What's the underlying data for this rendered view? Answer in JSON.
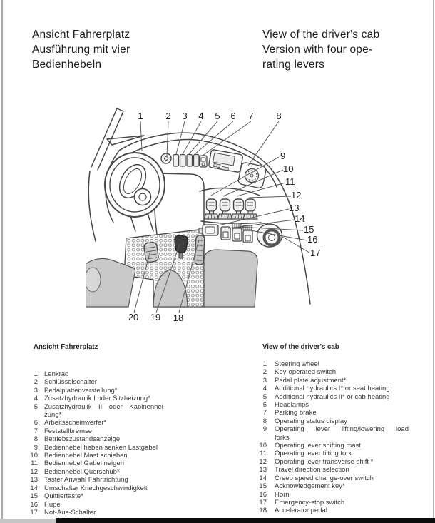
{
  "header": {
    "title_de_lines": [
      "Ansicht Fahrerplatz",
      "Ausführung mit vier",
      "Bedienhebeln"
    ],
    "title_en_lines": [
      "View of the driver's cab",
      "Version with four ope-",
      "rating levers"
    ]
  },
  "diagram": {
    "callouts": [
      "1",
      "2",
      "3",
      "4",
      "5",
      "6",
      "7",
      "8",
      "9",
      "10",
      "11",
      "12",
      "13",
      "14",
      "15",
      "16",
      "17",
      "18",
      "19",
      "20"
    ]
  },
  "legend_de": {
    "header": "Ansicht Fahrerplatz",
    "items": [
      {
        "num": "1",
        "lines": [
          "Lenkrad"
        ]
      },
      {
        "num": "2",
        "lines": [
          "Schlüsselschalter"
        ]
      },
      {
        "num": "3",
        "lines": [
          "Pedalplattenverstellung*"
        ]
      },
      {
        "num": "4",
        "lines": [
          "Zusatzhydraulik I oder Sitzheizung*"
        ]
      },
      {
        "num": "5",
        "lines": [
          "Zusatzhydraulik II oder Kabinenhei-",
          "zung*"
        ]
      },
      {
        "num": "6",
        "lines": [
          "Arbeitsscheinwerfer*"
        ]
      },
      {
        "num": "7",
        "lines": [
          "Feststellbremse"
        ]
      },
      {
        "num": "8",
        "lines": [
          "Betriebszustandsanzeige"
        ]
      },
      {
        "num": "9",
        "lines": [
          "Bedienhebel heben senken Lastgabel"
        ]
      },
      {
        "num": "10",
        "lines": [
          "Bedienhebel Mast schieben"
        ]
      },
      {
        "num": "11",
        "lines": [
          "Bedienhebel Gabel neigen"
        ]
      },
      {
        "num": "12",
        "lines": [
          "Bedienhebel Querschub*"
        ]
      },
      {
        "num": "13",
        "lines": [
          "Taster Anwahl Fahrtrichtung"
        ]
      },
      {
        "num": "14",
        "lines": [
          "Umschalter Kriechgeschwindigkeit"
        ]
      },
      {
        "num": "15",
        "lines": [
          "Quittiertaste*"
        ]
      },
      {
        "num": "16",
        "lines": [
          "Hupe"
        ]
      },
      {
        "num": "17",
        "lines": [
          "Not-Aus-Schalter"
        ]
      }
    ]
  },
  "legend_en": {
    "header": "View of the driver's cab",
    "items": [
      {
        "num": "1",
        "lines": [
          "Steering wheel"
        ]
      },
      {
        "num": "2",
        "lines": [
          "Key-operated switch"
        ]
      },
      {
        "num": "3",
        "lines": [
          "Pedal plate adjustment*"
        ]
      },
      {
        "num": "4",
        "lines": [
          "Additional hydraulics I* or seat heating"
        ]
      },
      {
        "num": "5",
        "lines": [
          "Additional hydraulics II* or cab heating"
        ]
      },
      {
        "num": "6",
        "lines": [
          "Headlamps"
        ]
      },
      {
        "num": "7",
        "lines": [
          "Parking brake"
        ]
      },
      {
        "num": "8",
        "lines": [
          "Operating status display"
        ]
      },
      {
        "num": "9",
        "lines": [
          "Operating lever lifting/lowering load",
          "forks"
        ]
      },
      {
        "num": "10",
        "lines": [
          "Operating lever shifting mast"
        ]
      },
      {
        "num": "11",
        "lines": [
          "Operating lever tilting fork"
        ]
      },
      {
        "num": "12",
        "lines": [
          "Operating lever transverse shift *"
        ]
      },
      {
        "num": "13",
        "lines": [
          "Travel direction selection"
        ]
      },
      {
        "num": "14",
        "lines": [
          "Creep speed change-over switch"
        ]
      },
      {
        "num": "15",
        "lines": [
          "Acknowledgement key*"
        ]
      },
      {
        "num": "16",
        "lines": [
          "Horn"
        ]
      },
      {
        "num": "17",
        "lines": [
          "Emergency-stop switch"
        ]
      },
      {
        "num": "18",
        "lines": [
          "Accelerator pedal"
        ]
      }
    ]
  },
  "colors": {
    "page_bg": "#ffffff",
    "scan_edge": "#a8a8a8",
    "bottom_bar": "#0c0c0c",
    "line_art": "#474747",
    "panel_gray": "#c9c9c9",
    "text": "#3a3a3a"
  }
}
